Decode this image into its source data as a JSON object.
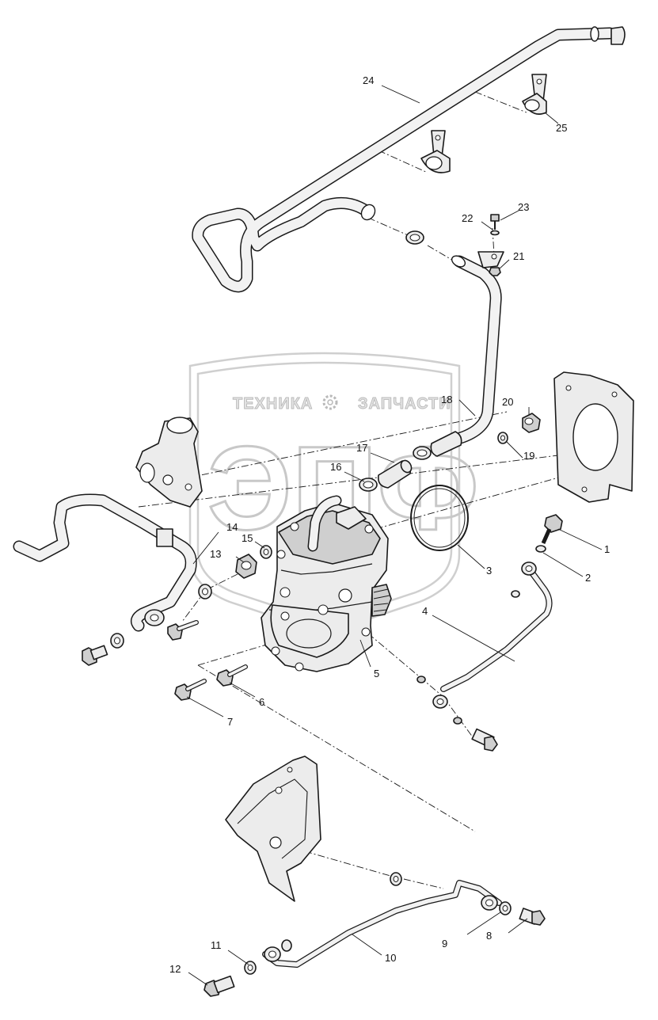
{
  "watermark": {
    "left_word": "ТЕХНИКА",
    "right_word": "ЗАПЧАСТИ",
    "logo_letters": "ЭПФ",
    "gear_icon": "gear-icon"
  },
  "callouts": [
    {
      "id": "c1",
      "label": "1"
    },
    {
      "id": "c2",
      "label": "2"
    },
    {
      "id": "c3",
      "label": "3"
    },
    {
      "id": "c4",
      "label": "4"
    },
    {
      "id": "c5",
      "label": "5"
    },
    {
      "id": "c6",
      "label": "6"
    },
    {
      "id": "c7",
      "label": "7"
    },
    {
      "id": "c8",
      "label": "8"
    },
    {
      "id": "c9",
      "label": "9"
    },
    {
      "id": "c10",
      "label": "10"
    },
    {
      "id": "c11",
      "label": "11"
    },
    {
      "id": "c12",
      "label": "12"
    },
    {
      "id": "c13",
      "label": "13"
    },
    {
      "id": "c14",
      "label": "14"
    },
    {
      "id": "c15",
      "label": "15"
    },
    {
      "id": "c16",
      "label": "16"
    },
    {
      "id": "c17",
      "label": "17"
    },
    {
      "id": "c18",
      "label": "18"
    },
    {
      "id": "c19",
      "label": "19"
    },
    {
      "id": "c20",
      "label": "20"
    },
    {
      "id": "c21",
      "label": "21"
    },
    {
      "id": "c22",
      "label": "22"
    },
    {
      "id": "c23",
      "label": "23"
    },
    {
      "id": "c24",
      "label": "24"
    },
    {
      "id": "c25",
      "label": "25"
    }
  ]
}
